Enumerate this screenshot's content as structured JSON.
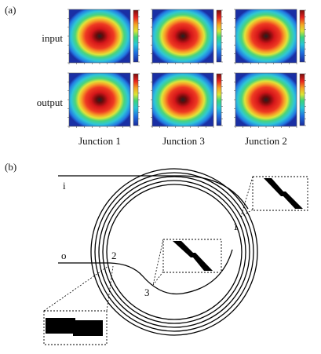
{
  "panel_a": {
    "label": "(a)",
    "row_labels": [
      "input",
      "output"
    ],
    "column_labels": [
      "Junction 1",
      "Junction 3",
      "Junction 2"
    ]
  },
  "panel_b": {
    "label": "(b)",
    "port_input": "i",
    "port_output": "o",
    "junction_markers": [
      "1",
      "2",
      "3"
    ]
  },
  "colors": {
    "colormap": [
      "#1a2a9c",
      "#1f6fe0",
      "#28c6d8",
      "#3bd47a",
      "#d9e535",
      "#f5a623",
      "#e8231e",
      "#7a0e0e",
      "#2a2a2a"
    ],
    "line": "#000000"
  }
}
